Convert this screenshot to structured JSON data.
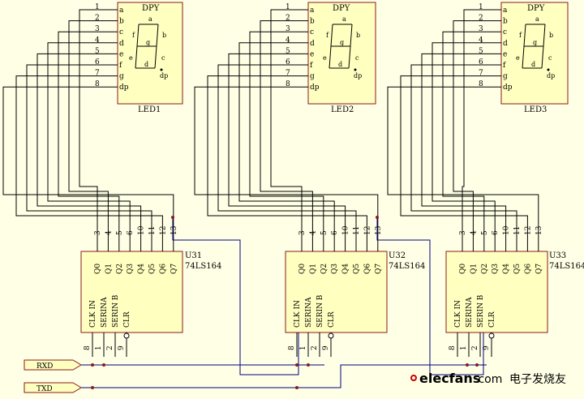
{
  "displays": [
    {
      "designator": "LED1",
      "type": "DPY"
    },
    {
      "designator": "LED2",
      "type": "DPY"
    },
    {
      "designator": "LED3",
      "type": "DPY"
    }
  ],
  "display_pins": [
    {
      "num": "1",
      "name": "a"
    },
    {
      "num": "2",
      "name": "b"
    },
    {
      "num": "3",
      "name": "c"
    },
    {
      "num": "4",
      "name": "d"
    },
    {
      "num": "5",
      "name": "e"
    },
    {
      "num": "6",
      "name": "f"
    },
    {
      "num": "7",
      "name": "g"
    },
    {
      "num": "8",
      "name": "dp"
    }
  ],
  "segment_labels": [
    "a",
    "f",
    "b",
    "g",
    "e",
    "c",
    "d",
    "dp"
  ],
  "shift_registers": [
    {
      "designator": "U31",
      "part": "74LS164"
    },
    {
      "designator": "U32",
      "part": "74LS164"
    },
    {
      "designator": "U33",
      "part": "74LS164"
    }
  ],
  "chip_outputs": [
    {
      "num": "3",
      "name": "Q0"
    },
    {
      "num": "4",
      "name": "Q1"
    },
    {
      "num": "5",
      "name": "Q2"
    },
    {
      "num": "6",
      "name": "Q3"
    },
    {
      "num": "10",
      "name": "Q4"
    },
    {
      "num": "11",
      "name": "Q5"
    },
    {
      "num": "12",
      "name": "Q6"
    },
    {
      "num": "13",
      "name": "Q7"
    }
  ],
  "chip_inputs": [
    {
      "num": "8",
      "name": "CLK IN"
    },
    {
      "num": "1",
      "name": "SERINA"
    },
    {
      "num": "2",
      "name": "SERIN B"
    },
    {
      "num": "9",
      "name": "CLR"
    }
  ],
  "ports": [
    {
      "name": "RXD"
    },
    {
      "name": "TXD"
    }
  ],
  "watermark": {
    "site": "elecfans",
    "dot_com": "·com",
    "cn": "电子发烧友"
  },
  "colors": {
    "wire": "#000080",
    "chip_fill": "#ffffc0",
    "chip_border": "#8b1a1a",
    "background": "#ffffe6",
    "watermark_red": "#cc0000"
  }
}
